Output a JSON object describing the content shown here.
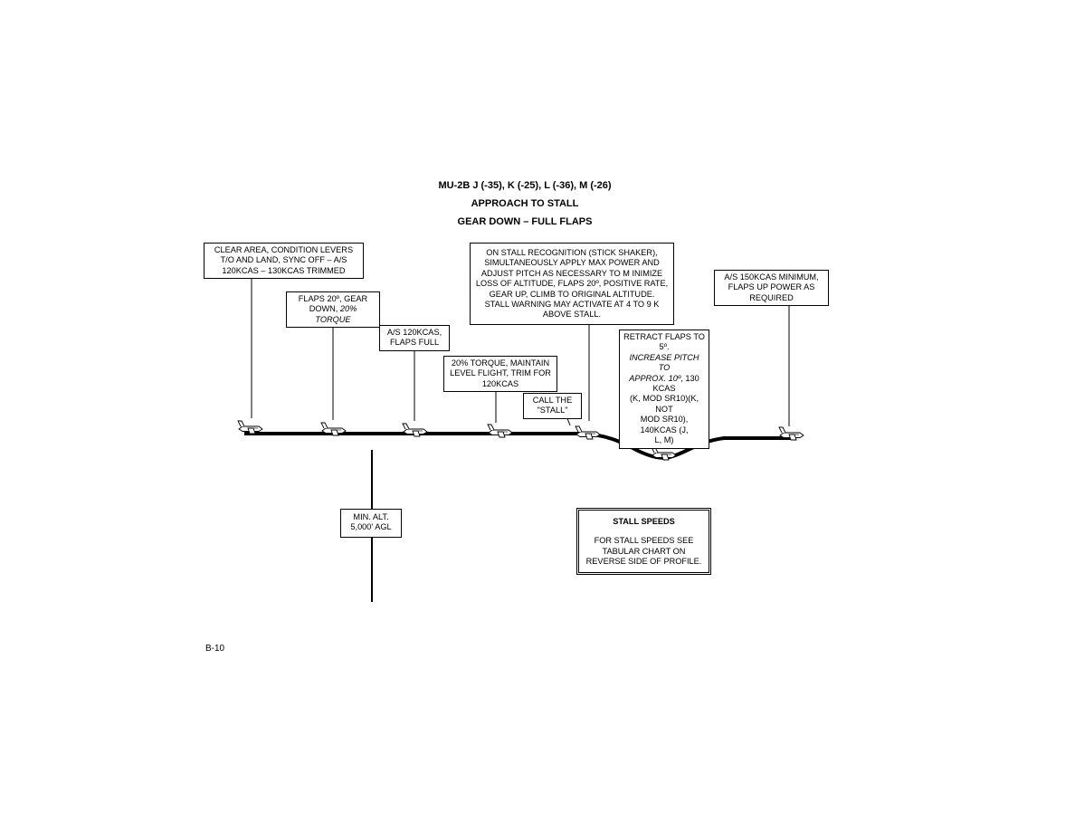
{
  "title": {
    "line1": "MU-2B J (-35), K (-25), L (-36), M (-26)",
    "line2": "APPROACH TO STALL",
    "line3": "GEAR DOWN – FULL FLAPS"
  },
  "steps": {
    "s1": [
      "CLEAR AREA, CONDITION LEVERS",
      "T/O AND LAND, SYNC OFF – A/S",
      "120KCAS – 130KCAS TRIMMED"
    ],
    "s2": {
      "l1": "FLAPS 20º, GEAR",
      "l2a": "DOWN, ",
      "l2b": "20% TORQUE"
    },
    "s3": [
      "A/S 120KCAS,",
      "FLAPS FULL"
    ],
    "s4": [
      "20% TORQUE, MAINTAIN",
      "LEVEL FLIGHT, TRIM FOR",
      "120KCAS"
    ],
    "s5": [
      "CALL THE",
      "\"STALL\""
    ],
    "s6": [
      "ON STALL RECOGNITION (STICK SHAKER),",
      "SIMULTANEOUSLY APPLY MAX POWER AND",
      "ADJUST PITCH AS NECESSARY TO M INIMIZE",
      "LOSS OF ALTITUDE, FLAPS 20º, POSITIVE RATE,",
      "GEAR UP, CLIMB TO ORIGINAL ALTITUDE.",
      "STALL WARNING MAY ACTIVATE AT  4 TO 9 K",
      "ABOVE STALL."
    ],
    "s7": {
      "l1": "RETRACT FLAPS TO 5º.",
      "l2": "INCREASE PITCH TO",
      "l3a": "APPROX. 10º",
      "l3b": ",  130 KCAS",
      "l4": "(K, MOD SR10)(K, NOT",
      "l5": "MOD SR10), 140KCAS (J,",
      "l6": "L, M)"
    },
    "s8": [
      "A/S 150KCAS MINIMUM,",
      "FLAPS UP POWER AS",
      "REQUIRED"
    ]
  },
  "min_alt": [
    "MIN. ALT.",
    "5,000' AGL"
  ],
  "stall_speeds": {
    "heading": "STALL SPEEDS",
    "lines": [
      "FOR STALL SPEEDS SEE",
      "TABULAR  CHART ON",
      "REVERSE SIDE OF PROFILE."
    ]
  },
  "page_number": "B-10",
  "icons": [
    "airplane-icon"
  ]
}
